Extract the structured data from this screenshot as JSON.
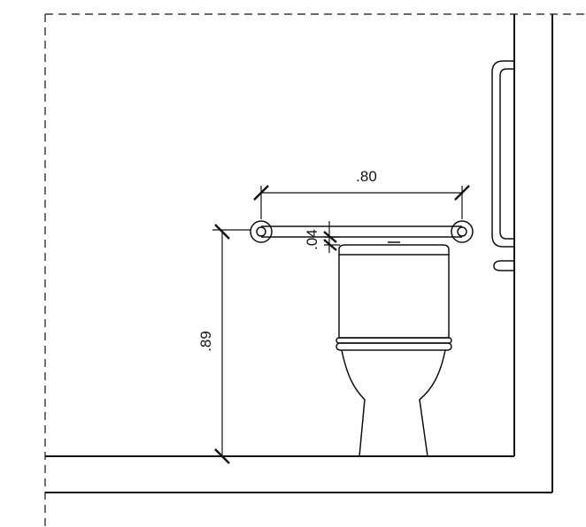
{
  "dimensions": {
    "grab_bar_length": ".80",
    "grab_bar_height": ".89",
    "grab_bar_clearance": ".04"
  }
}
